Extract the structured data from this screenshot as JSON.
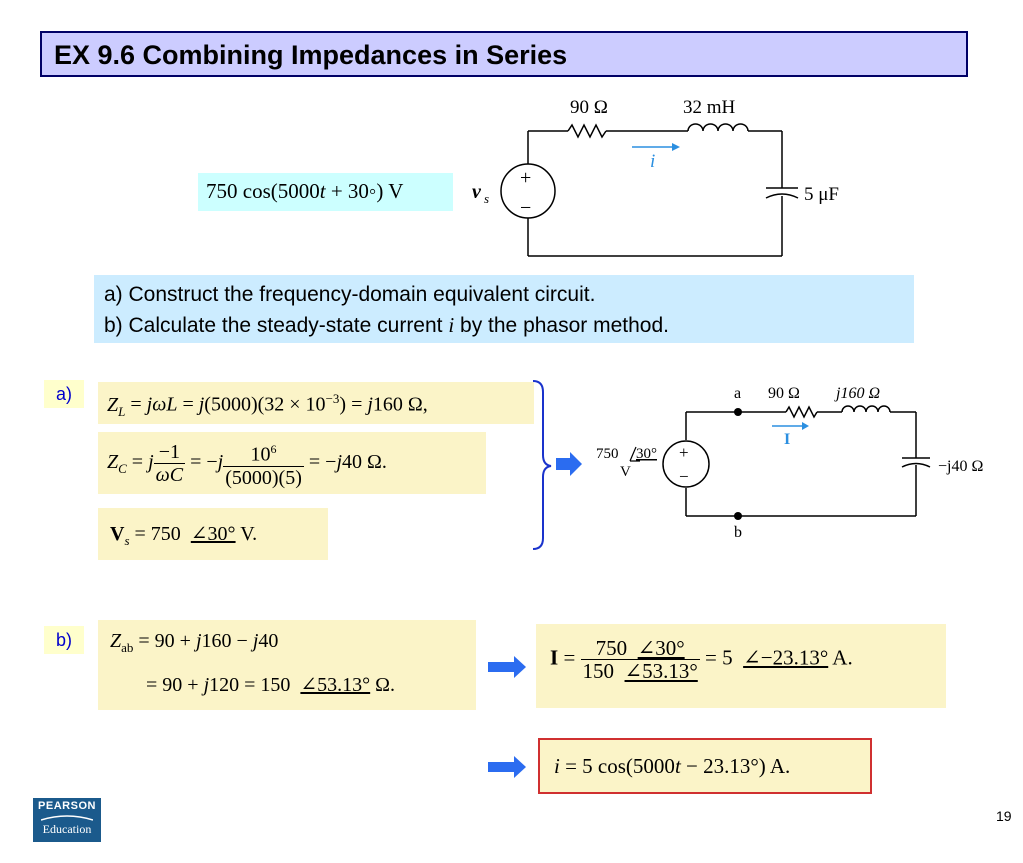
{
  "title": "EX 9.6 Combining Impedances in Series",
  "circuit1": {
    "source_expr": "750 cos(5000t + 30∘) V",
    "source_pre": "750 cos(5000",
    "source_t": "t",
    "source_post": " + 30◦) V",
    "vs_label": "v",
    "vs_sub": "s",
    "r_label": "90 Ω",
    "l_label": "32 mH",
    "c_label": "5 μF",
    "i_label": "i",
    "plus": "+",
    "minus": "−"
  },
  "tasks": [
    "a) Construct the frequency-domain equivalent circuit.",
    "b) Calculate the steady-state current i by the phasor method."
  ],
  "tasks_parts": {
    "a": "a) Construct the frequency-domain equivalent circuit.",
    "b_pre": "b) Calculate the steady-state current ",
    "b_var": "i",
    "b_post": " by the phasor method."
  },
  "part_a": {
    "label": "a)",
    "zl": "Z_L = jωL = j(5000)(32 × 10^−3) = j160 Ω,",
    "zc": "Z_C = j(−1/ωC) = −j(10^6/((5000)(5))) = −j40 Ω.",
    "vs": "V_s = 750 ∠30° V."
  },
  "circuit2": {
    "source_mag": "750",
    "source_ang": "30°",
    "source_unit": "V",
    "node_a": "a",
    "node_b": "b",
    "r_label": "90 Ω",
    "l_label": "j160 Ω",
    "c_label": "−j40 Ω",
    "i_label": "I",
    "plus": "+",
    "minus": "−"
  },
  "part_b": {
    "label": "b)",
    "zab_line1": "Z_ab = 90 + j160 − j40",
    "zab_line2": "= 90 + j120 = 150 ∠53.13° Ω.",
    "current": "I = (750 ∠30°)/(150 ∠53.13°) = 5 ∠−23.13° A.",
    "result": "i = 5 cos(5000t − 23.13°) A."
  },
  "page_number": "19",
  "logo": {
    "top": "PEARSON",
    "bottom": "Education"
  },
  "colors": {
    "title_bg": "#ccccff",
    "title_border": "#000066",
    "source_bg": "#ccffff",
    "task_bg": "#ccecff",
    "equation_bg": "#fbf4c8",
    "label_bg": "#ffffcc",
    "label_text": "#0000cc",
    "arrow": "#2b6cf0",
    "brace": "#1a33cc",
    "result_border": "#d03030",
    "logo_bg": "#1b5a8c"
  },
  "icons": [
    "right-arrow-icon",
    "curly-brace-icon",
    "current-arrow-icon"
  ]
}
